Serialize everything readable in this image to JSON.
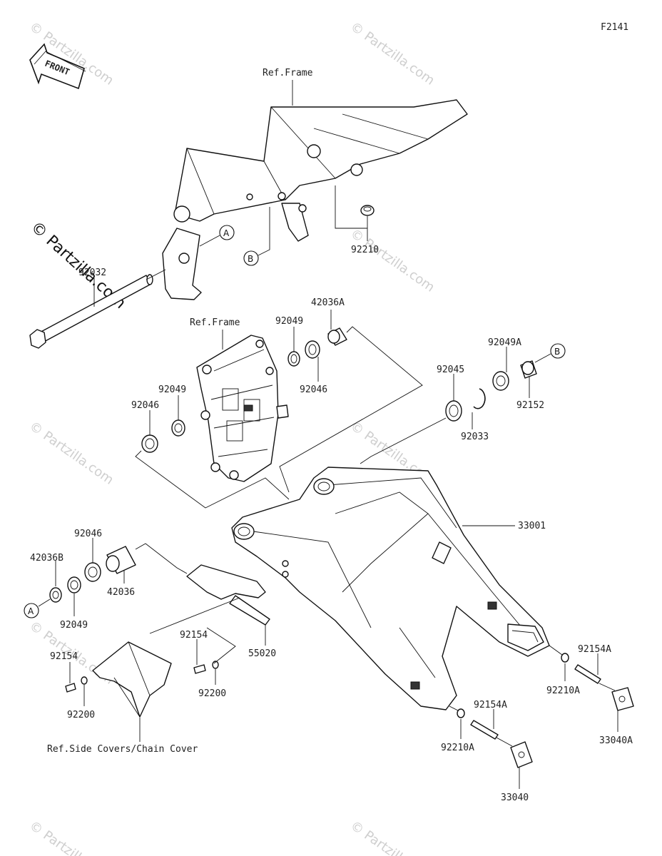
{
  "diagram_code": "F2141",
  "front_label": "FRONT",
  "watermark": "© Partzilla.com",
  "refs": {
    "frame_top": "Ref.Frame",
    "frame_mid": "Ref.Frame",
    "covers": "Ref.Side Covers/Chain Cover"
  },
  "callouts": {
    "a": "A",
    "b": "B"
  },
  "parts": {
    "p92210": "92210",
    "p92032": "92032",
    "p42036A": "42036A",
    "p92049_top": "92049",
    "p92046_top": "92046",
    "p92049_left": "92049",
    "p92046_left": "92046",
    "p92049A": "92049A",
    "p92045": "92045",
    "p92152": "92152",
    "p92033": "92033",
    "p33001": "33001",
    "p92046_low": "92046",
    "p42036B": "42036B",
    "p42036": "42036",
    "p92049_low": "92049",
    "p55020": "55020",
    "p92154_a": "92154",
    "p92200_a": "92200",
    "p92154_b": "92154",
    "p92200_b": "92200",
    "p92154A_r": "92154A",
    "p92210A_r": "92210A",
    "p33040A": "33040A",
    "p92154A_m": "92154A",
    "p92210A_m": "92210A",
    "p33040": "33040"
  }
}
